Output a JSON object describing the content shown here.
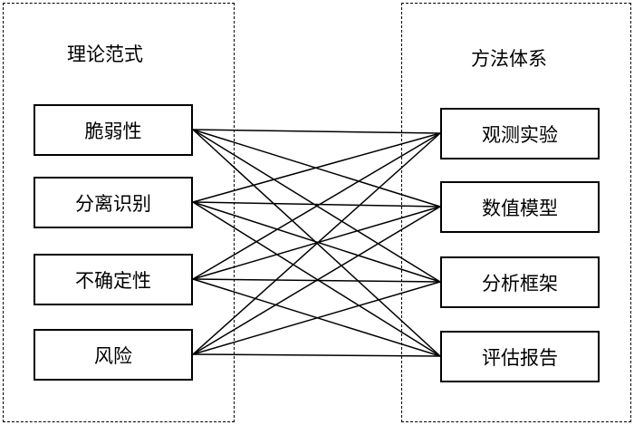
{
  "left_group": {
    "title": "理论范式",
    "nodes": [
      "脆弱性",
      "分离识别",
      "不确定性",
      "风险"
    ]
  },
  "right_group": {
    "title": "方法体系",
    "nodes": [
      "观测实验",
      "数值模型",
      "分析框架",
      "评估报告"
    ]
  },
  "connections": [
    [
      "脆弱性",
      "观测实验"
    ],
    [
      "脆弱性",
      "数值模型"
    ],
    [
      "脆弱性",
      "分析框架"
    ],
    [
      "脆弱性",
      "评估报告"
    ],
    [
      "分离识别",
      "观测实验"
    ],
    [
      "分离识别",
      "数值模型"
    ],
    [
      "分离识别",
      "分析框架"
    ],
    [
      "分离识别",
      "评估报告"
    ],
    [
      "不确定性",
      "观测实验"
    ],
    [
      "不确定性",
      "数值模型"
    ],
    [
      "不确定性",
      "分析框架"
    ],
    [
      "不确定性",
      "评估报告"
    ],
    [
      "风险",
      "观测实验"
    ],
    [
      "风险",
      "数值模型"
    ],
    [
      "风险",
      "分析框架"
    ],
    [
      "风险",
      "评估报告"
    ]
  ],
  "colors": {
    "line": "#000000",
    "background": "#ffffff"
  }
}
